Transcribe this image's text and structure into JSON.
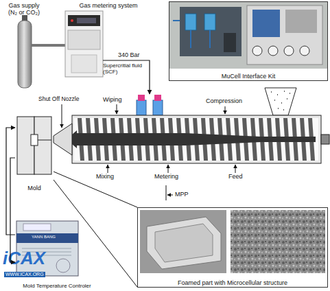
{
  "diagram": {
    "nodes": [
      {
        "text": [
          "Gas supply (N₂ or CO₂)"
        ]
      },
      {
        "text": [
          "Gas metering system"
        ]
      },
      {
        "text": [
          "MuCell Interface Kit"
        ]
      },
      {
        "text": [
          "Mold"
        ]
      },
      {
        "text": [
          "Mold Temperature Controler"
        ]
      },
      {
        "text": [
          "Foamed part with Microcellular structure"
        ]
      }
    ],
    "edges": [
      {
        "from": 0,
        "to": 1,
        "arrow": "none"
      },
      {
        "from": 4,
        "to": 3,
        "arrow": "to"
      },
      {
        "from": 3,
        "to": 4,
        "arrow": "to"
      },
      {
        "from": 3,
        "to": 5,
        "arrow": "none"
      }
    ],
    "labels": [
      "340 Bar",
      "Supercritial fluid (SCF)",
      "Shut Off Nozzle",
      "Wiping",
      "Compression",
      "Mixing",
      "Metering",
      "Feed",
      "MPP",
      "YANN BANG",
      "iCAX",
      "WWW.ICAX.ORG"
    ]
  }
}
